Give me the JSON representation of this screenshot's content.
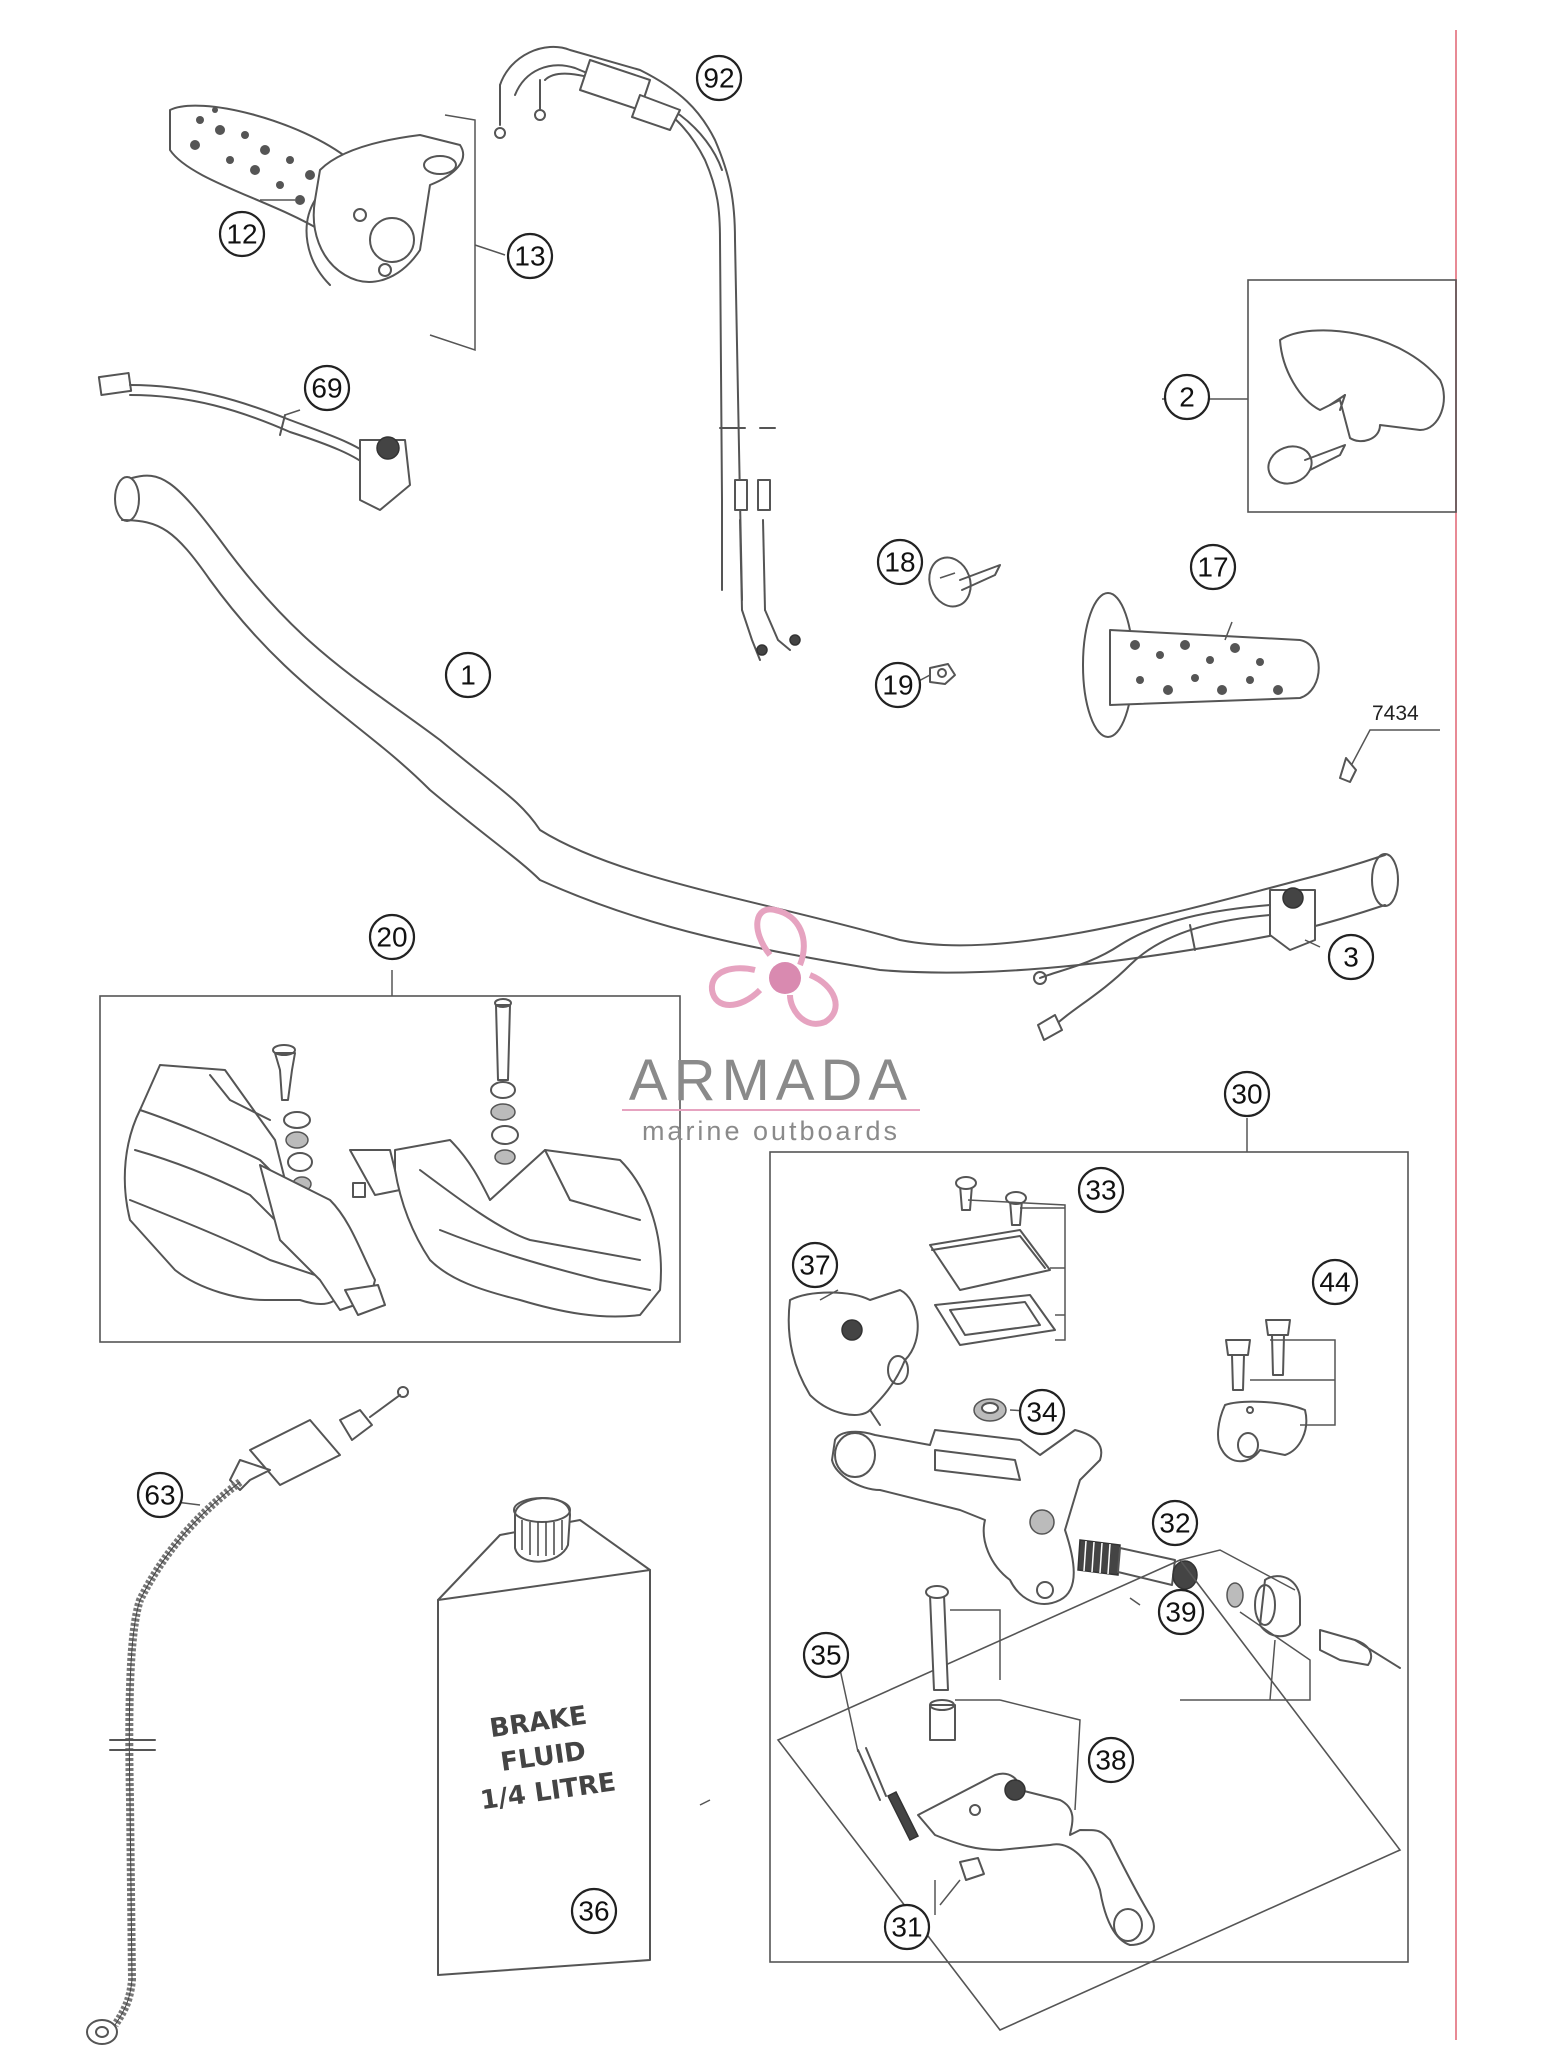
{
  "callouts": [
    {
      "id": "c1",
      "label": "1"
    },
    {
      "id": "c2",
      "label": "2"
    },
    {
      "id": "c3",
      "label": "3"
    },
    {
      "id": "c12",
      "label": "12"
    },
    {
      "id": "c13",
      "label": "13"
    },
    {
      "id": "c17",
      "label": "17"
    },
    {
      "id": "c18",
      "label": "18"
    },
    {
      "id": "c19",
      "label": "19"
    },
    {
      "id": "c20",
      "label": "20"
    },
    {
      "id": "c30",
      "label": "30"
    },
    {
      "id": "c31",
      "label": "31"
    },
    {
      "id": "c32",
      "label": "32"
    },
    {
      "id": "c33",
      "label": "33"
    },
    {
      "id": "c34",
      "label": "34"
    },
    {
      "id": "c35",
      "label": "35"
    },
    {
      "id": "c36",
      "label": "36"
    },
    {
      "id": "c37",
      "label": "37"
    },
    {
      "id": "c38",
      "label": "38"
    },
    {
      "id": "c39",
      "label": "39"
    },
    {
      "id": "c44",
      "label": "44"
    },
    {
      "id": "c63",
      "label": "63"
    },
    {
      "id": "c69",
      "label": "69"
    },
    {
      "id": "c92",
      "label": "92"
    }
  ],
  "reference_label": "7434",
  "brake_fluid_can": {
    "line1": "BRAKE",
    "line2": "FLUID",
    "line3": "1/4 LITRE"
  },
  "watermark": {
    "name": "ARMADA",
    "tagline": "marine outboards",
    "logo_colors": [
      "#e8a6c0",
      "#d98ab0"
    ]
  },
  "colors": {
    "line_art": "#555555",
    "callout_stroke": "#222222",
    "border_accent": "#e88a95",
    "watermark_text": "#8a8a8a"
  }
}
